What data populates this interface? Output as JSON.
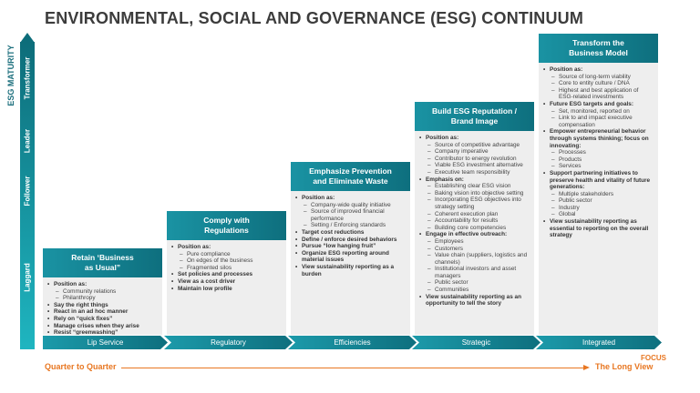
{
  "title": "ENVIRONMENTAL, SOCIAL AND GOVERNANCE (ESG) CONTINUUM",
  "axis_label": "ESG MATURITY",
  "levels": [
    "Transformer",
    "Leader",
    "Follower",
    "Laggard"
  ],
  "stages": [
    {
      "header": "Retain ‘Business\nas Usual”",
      "items": [
        {
          "text": "Position as:",
          "sub": [
            "Community relations",
            "Philanthropy"
          ]
        },
        {
          "text": "Say the right things",
          "sub": []
        },
        {
          "text": "React in an ad hoc manner",
          "sub": []
        },
        {
          "text": "Rely on “quick fixes”",
          "sub": []
        },
        {
          "text": "Manage crises when they arise",
          "sub": []
        },
        {
          "text": "Resist “greenwashing”",
          "sub": []
        }
      ],
      "chevron": "Lip Service"
    },
    {
      "header": "Comply with\nRegulations",
      "items": [
        {
          "text": "Position as:",
          "sub": [
            "Pure compliance",
            "On edges of the business",
            "Fragmented silos"
          ]
        },
        {
          "text": "Set policies and processes",
          "sub": []
        },
        {
          "text": "View as a cost driver",
          "sub": []
        },
        {
          "text": "Maintain low profile",
          "sub": []
        }
      ],
      "chevron": "Regulatory"
    },
    {
      "header": "Emphasize Prevention\nand Eliminate Waste",
      "items": [
        {
          "text": "Position as:",
          "sub": [
            "Company-wide quality initiative",
            "Source of improved financial performance",
            "Setting / Enforcing standards"
          ]
        },
        {
          "text": "Target cost reductions",
          "sub": []
        },
        {
          "text": "Define / enforce desired behaviors",
          "sub": []
        },
        {
          "text": "Pursue “low hanging fruit”",
          "sub": []
        },
        {
          "text": "Organize ESG reporting around material issues",
          "sub": []
        },
        {
          "text": "View sustainability reporting as a burden",
          "sub": []
        }
      ],
      "chevron": "Efficiencies"
    },
    {
      "header": "Build ESG Reputation /\nBrand Image",
      "items": [
        {
          "text": "Position as:",
          "sub": [
            "Source of competitive advantage",
            "Company imperative",
            "Contributor to energy revolution",
            "Viable ESG investment alternative",
            "Executive team responsibility"
          ]
        },
        {
          "text": "Emphasis on:",
          "sub": [
            "Establishing clear ESG vision",
            "Baking vision into objective setting",
            "Incorporating ESG objectives into strategy setting",
            "Coherent execution plan",
            "Accountability for results",
            "Building core competencies"
          ]
        },
        {
          "text": "Engage in effective outreach:",
          "sub": [
            "Employees",
            "Customers",
            "Value chain (suppliers, logistics and channels)",
            "Institutional investors and asset managers",
            "Public sector",
            "Communities"
          ]
        },
        {
          "text": "View sustainability reporting as an opportunity to tell the story",
          "sub": []
        }
      ],
      "chevron": "Strategic"
    },
    {
      "header": "Transform the\nBusiness Model",
      "items": [
        {
          "text": "Position as:",
          "sub": [
            "Source of long-term viability",
            "Core to entity culture / DNA",
            "Highest and best application of ESG-related investments"
          ]
        },
        {
          "text": "Future ESG targets and goals:",
          "sub": [
            "Set, monitored, reported on",
            "Link to and impact executive compensation"
          ]
        },
        {
          "text": "Empower entrepreneurial behavior through systems thinking; focus on innovating:",
          "sub": [
            "Processes",
            "Products",
            "Services"
          ]
        },
        {
          "text": "Support partnering initiatives to preserve health and vitality of future generations:",
          "sub": [
            "Multiple stakeholders",
            "Public sector",
            "Industry",
            "Global"
          ]
        },
        {
          "text": "View sustainability reporting as essential to reporting on the overall strategy",
          "sub": []
        }
      ],
      "chevron": "Integrated"
    }
  ],
  "focus_label": "FOCUS",
  "horizon_left": "Quarter to Quarter",
  "horizon_right": "The Long View",
  "colors": {
    "teal": "#0e6f7e",
    "teal_light": "#1fb5c0",
    "orange": "#e87722",
    "panel": "#eeeeee"
  }
}
